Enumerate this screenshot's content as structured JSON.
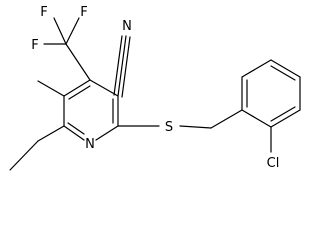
{
  "labels": {
    "f_top_left": "F",
    "f_top_right": "F",
    "f_left": "F",
    "nitrile_n": "N",
    "ring_n": "N",
    "sulfur": "S",
    "chlorine": "Cl"
  }
}
